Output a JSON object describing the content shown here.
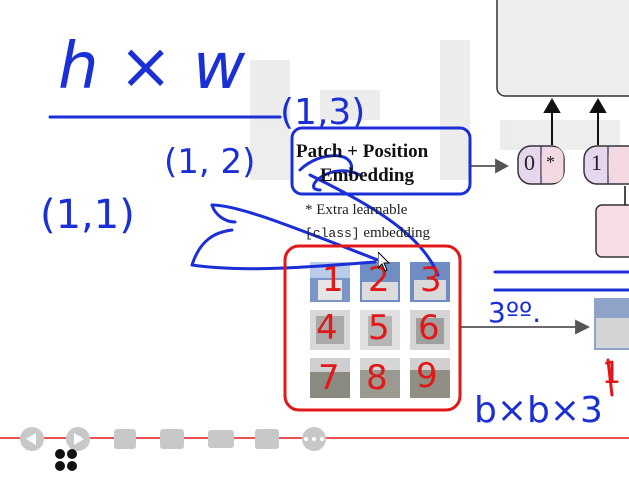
{
  "diagram": {
    "title_line1": "Patch + Position",
    "title_line2": "Embedding",
    "note_line1": "* Extra learnable",
    "note_class": "[class]",
    "note_line2_rest": " embedding",
    "token_zero": "0",
    "token_star": "*",
    "token_one": "1"
  },
  "annotations": {
    "hxw": "h × w",
    "coord_13": "(1,3)",
    "coord_12": "(1, 2)",
    "coord_11": "(1,1)",
    "nums": [
      "1",
      "2",
      "3",
      "4",
      "5",
      "6",
      "7",
      "8",
      "9"
    ],
    "dims": "3ºº.",
    "size": "b×b×3",
    "arrow_one": "1"
  },
  "toolbar": {
    "items": [
      "back-icon",
      "play-icon",
      "pen-icon",
      "screenshot-icon",
      "camera-icon",
      "comment-icon",
      "more-icon"
    ]
  },
  "colors": {
    "ink_blue": "#1a2fd6",
    "ink_red": "#e01818",
    "pink": "#f4d9e3",
    "lilac": "#e6d6ee",
    "toolbar": "#c8c8c8"
  }
}
